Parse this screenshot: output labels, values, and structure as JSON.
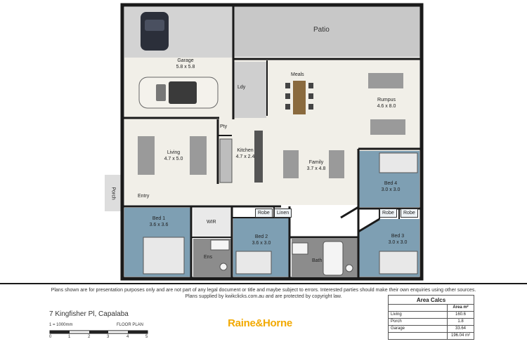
{
  "colors": {
    "wall": "#1a1a1a",
    "floor_light": "#f1efe8",
    "garage": "#d3d3d3",
    "patio": "#c8c8c8",
    "bedroom": "#7e9fb3",
    "wet_area": "#8c8c8c",
    "furniture": "#9a9a9a",
    "brand": "#f2a900"
  },
  "rooms": {
    "patio": {
      "name": "Patio"
    },
    "garage": {
      "name": "Garage",
      "dims": "5.8 x 5.8"
    },
    "laundry": {
      "name": "Ldy"
    },
    "meals": {
      "name": "Meals"
    },
    "rumpus": {
      "name": "Rumpus",
      "dims": "4.6 x 8.0"
    },
    "pantry": {
      "name": "Pty"
    },
    "living": {
      "name": "Living",
      "dims": "4.7 x 5.0"
    },
    "kitchen": {
      "name": "Kitchen",
      "dims": "4.7 x 2.4"
    },
    "family": {
      "name": "Family",
      "dims": "3.7 x 4.8"
    },
    "bed4": {
      "name": "Bed 4",
      "dims": "3.0 x 3.0"
    },
    "porch": {
      "name": "Porch"
    },
    "entry": {
      "name": "Entry"
    },
    "bed1": {
      "name": "Bed 1",
      "dims": "3.6 x 3.6"
    },
    "wir": {
      "name": "WIR"
    },
    "robe_bed2": {
      "name": "Robe"
    },
    "linen": {
      "name": "Linen"
    },
    "robe_bed4": {
      "name": "Robe"
    },
    "robe_bed3": {
      "name": "Robe"
    },
    "bed2": {
      "name": "Bed 2",
      "dims": "3.6 x 3.0"
    },
    "bed3": {
      "name": "Bed 3",
      "dims": "3.0 x 3.0"
    },
    "ensuite": {
      "name": "Ens"
    },
    "bath": {
      "name": "Bath"
    }
  },
  "disclaimer": {
    "line1": "Plans shown are for presentation purposes only and are not part of any legal document or title and maybe subject to errors. Interested parties should make their own enquiries using other sources.",
    "line2": "Plans supplied by kwikclicks.com.au and are protected by copyright law."
  },
  "footer": {
    "address": "7 Kingfisher Pl, Capalaba",
    "scale_label": "1 = 1000mm",
    "plan_label": "FLOOR PLAN",
    "scale_ticks": [
      "0",
      "1",
      "2",
      "3",
      "4",
      "5"
    ],
    "brand": "Raine&Horne"
  },
  "area_calcs": {
    "title": "Area Calcs",
    "column_header": "Area m²",
    "rows": [
      {
        "name": "Living",
        "value": "160.6"
      },
      {
        "name": "Porch",
        "value": "1.8"
      },
      {
        "name": "Garage",
        "value": "33.64"
      }
    ],
    "total": "196.04 m²"
  }
}
